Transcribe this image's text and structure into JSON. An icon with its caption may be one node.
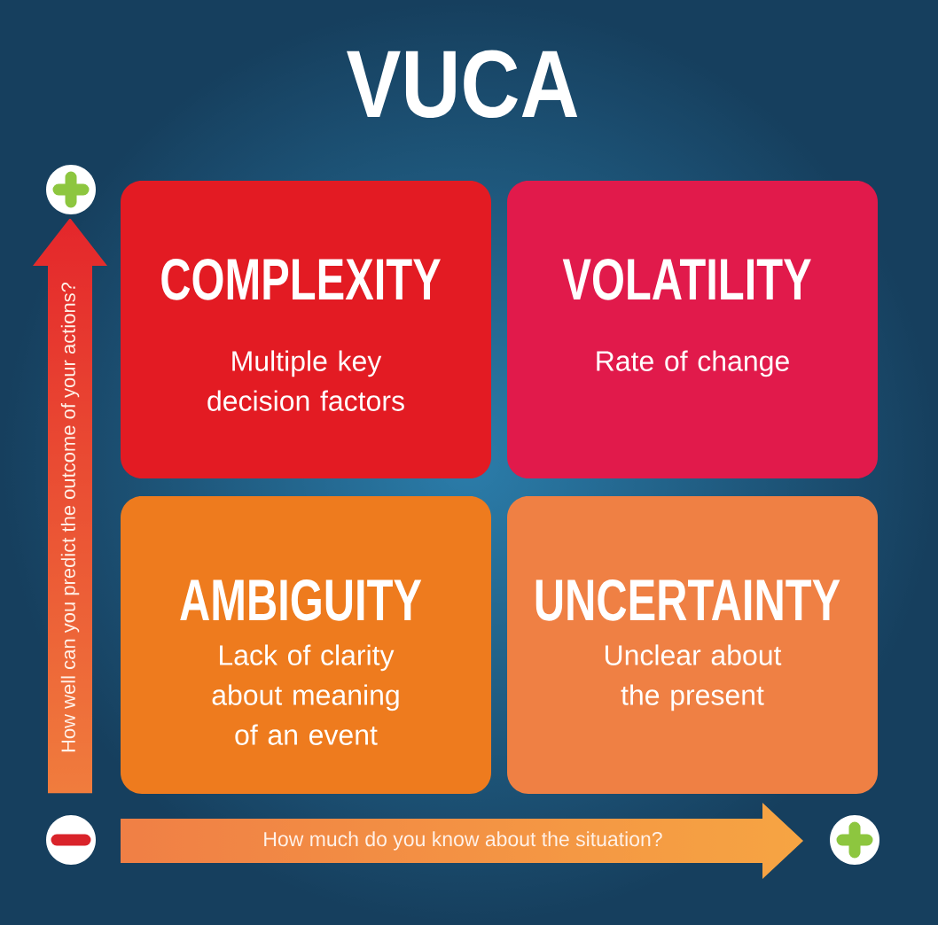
{
  "diagram": {
    "title": "VUCA",
    "nodes": [
      {
        "text": [
          "COMPLEXITY",
          "Multiple key decision factors"
        ]
      },
      {
        "text": [
          "VOLATILITY",
          "Rate of change"
        ]
      },
      {
        "text": [
          "AMBIGUITY",
          "Lack of clarity about meaning of an event"
        ]
      },
      {
        "text": [
          "UNCERTAINTY",
          "Unclear about the present"
        ]
      }
    ],
    "labels": [
      "How well can you predict the outcome of your actions?",
      "How much do you know about the situation?"
    ]
  }
}
